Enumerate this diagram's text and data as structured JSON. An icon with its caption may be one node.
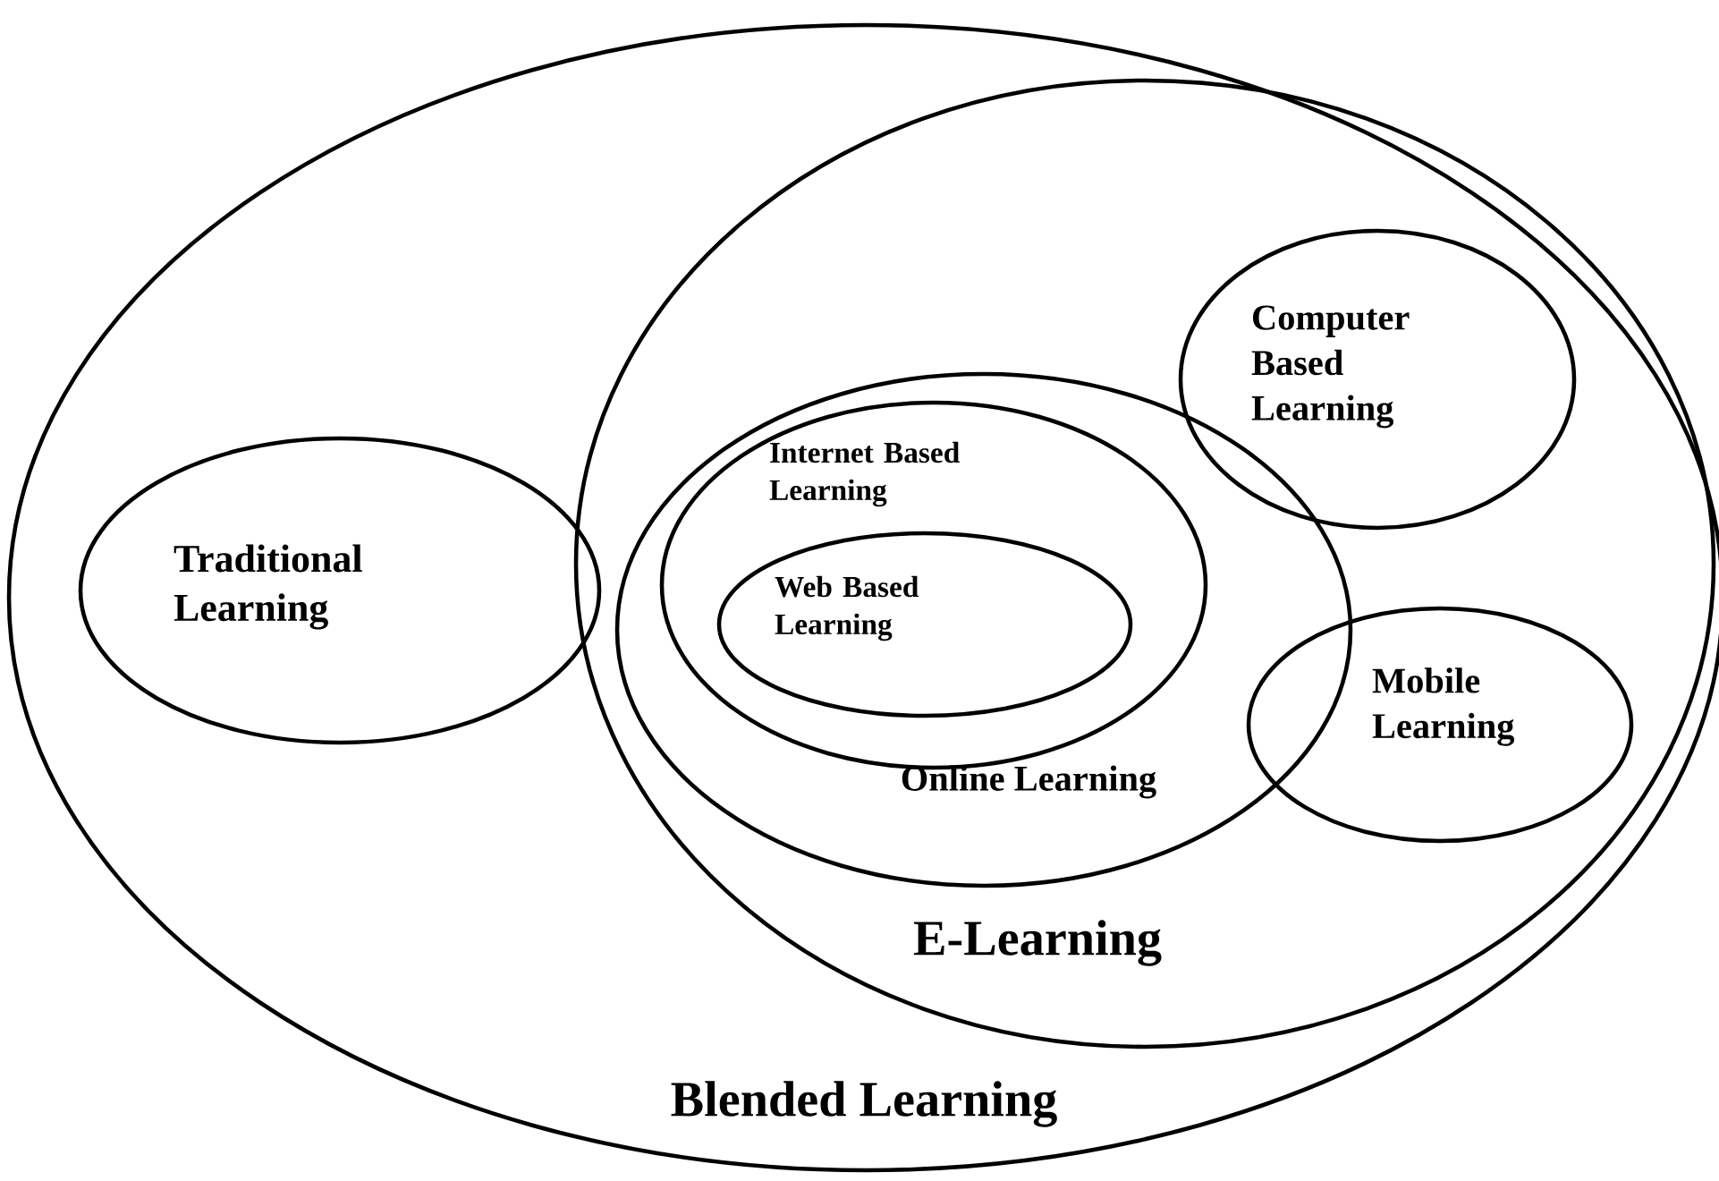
{
  "diagram": {
    "nodes": [
      {
        "text": [
          "Blended Learning"
        ]
      },
      {
        "text": [
          "Traditional Learning"
        ],
        "in": 0
      },
      {
        "text": [
          "E-Learning"
        ],
        "in": 0
      },
      {
        "text": [
          "Computer Based Learning"
        ],
        "in": 2
      },
      {
        "text": [
          "Online Learning"
        ],
        "in": 2
      },
      {
        "text": [
          "Internet Based Learning"
        ],
        "in": 4
      },
      {
        "text": [
          "Web Based Learning"
        ],
        "in": 5
      },
      {
        "text": [
          "Mobile Learning"
        ],
        "in": 2
      }
    ]
  }
}
